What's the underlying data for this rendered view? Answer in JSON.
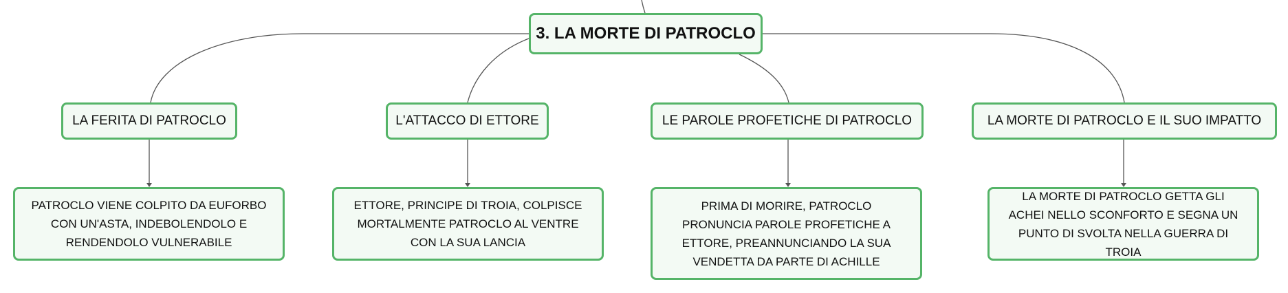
{
  "diagram": {
    "root": {
      "label": "3. LA MORTE DI PATROCLO"
    },
    "topics": [
      {
        "label": "LA FERITA DI PATROCLO",
        "detail": "PATROCLO VIENE COLPITO DA EUFORBO CON UN'ASTA, INDEBOLENDOLO E RENDENDOLO VULNERABILE"
      },
      {
        "label": "L'ATTACCO DI ETTORE",
        "detail": "ETTORE, PRINCIPE DI TROIA, COLPISCE MORTALMENTE PATROCLO AL VENTRE CON LA SUA LANCIA"
      },
      {
        "label": "LE PAROLE PROFETICHE DI PATROCLO",
        "detail": "PRIMA DI MORIRE, PATROCLO PRONUNCIA PAROLE PROFETICHE A ETTORE, PREANNUNCIANDO LA SUA VENDETTA DA PARTE DI ACHILLE"
      },
      {
        "label": "LA MORTE DI PATROCLO E IL SUO IMPATTO",
        "detail": "LA MORTE DI PATROCLO GETTA GLI ACHEI NELLO SCONFORTO E SEGNA UN PUNTO DI SVOLTA NELLA GUERRA DI TROIA"
      }
    ],
    "colors": {
      "node_border": "#55b468",
      "node_fill": "#f3faf4",
      "connector": "#555555",
      "text": "#111111"
    }
  }
}
